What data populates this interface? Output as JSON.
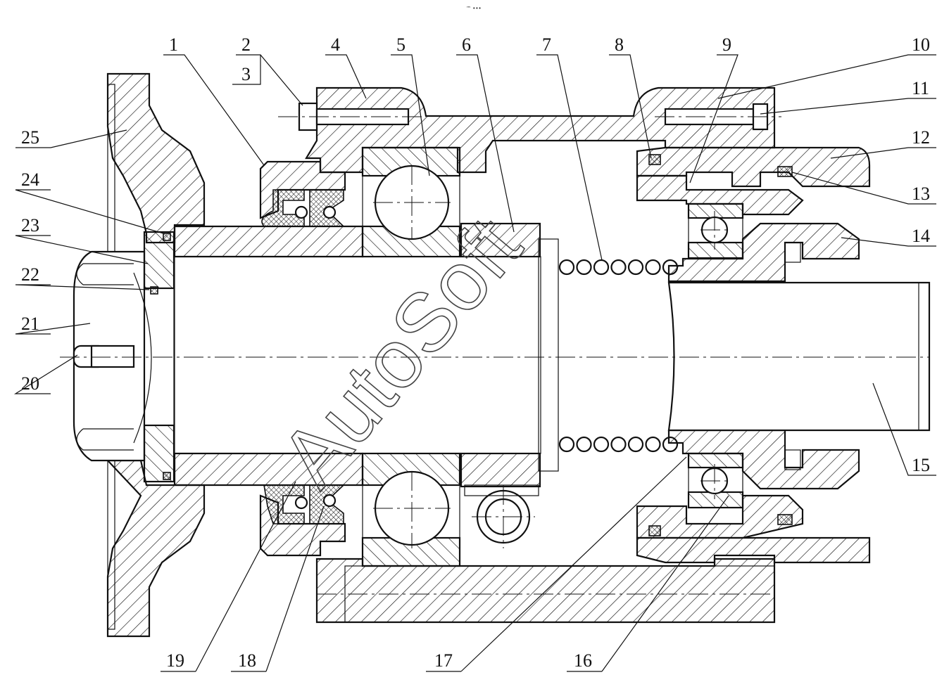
{
  "header_mark": "™ •••",
  "watermark": "AutoSoft",
  "part_labels": {
    "p1": "1",
    "p2": "2",
    "p3": "3",
    "p4": "4",
    "p5": "5",
    "p6": "6",
    "p7": "7",
    "p8": "8",
    "p9": "9",
    "p10": "10",
    "p11": "11",
    "p12": "12",
    "p13": "13",
    "p14": "14",
    "p15": "15",
    "p16": "16",
    "p17": "17",
    "p18": "18",
    "p19": "19",
    "p20": "20",
    "p21": "21",
    "p22": "22",
    "p23": "23",
    "p24": "24",
    "p25": "25"
  }
}
